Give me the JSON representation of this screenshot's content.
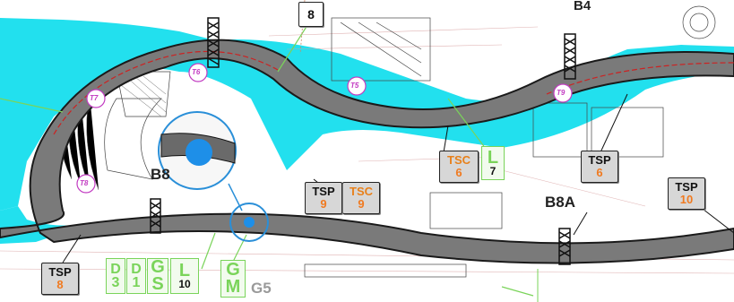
{
  "sector_labels": {
    "b4": "B4",
    "b8": "B8",
    "b8a": "B8A",
    "g5": "G5"
  },
  "turn_markers": [
    "T5",
    "T6",
    "T7",
    "T8",
    "T9"
  ],
  "tsp_boxes": [
    {
      "label": "TSP",
      "num": "8"
    },
    {
      "label": "TSP",
      "num": "9"
    },
    {
      "label": "TSP",
      "num": "6"
    },
    {
      "label": "TSP",
      "num": "10"
    }
  ],
  "tsc_boxes": [
    {
      "label": "TSC",
      "num": "6"
    },
    {
      "label": "TSC",
      "num": "9"
    }
  ],
  "top_box": {
    "num": "8"
  },
  "green_tags": [
    {
      "letter": "L",
      "num": "7"
    },
    {
      "letter": "D",
      "num": "3"
    },
    {
      "letter": "D",
      "num": "1"
    },
    {
      "letter": "G",
      "num": "S"
    },
    {
      "letter": "L",
      "num": "10"
    },
    {
      "letter": "G",
      "num": "M"
    }
  ],
  "colors": {
    "water": "#22e0ee",
    "track": "#7a7a7a",
    "track_edge": "#1a1a1a",
    "green_line": "#7ad45a",
    "zoom_circle": "#2a8fd8",
    "zoom_dot": "#1e8fe8",
    "marker": "#c23cc2"
  }
}
